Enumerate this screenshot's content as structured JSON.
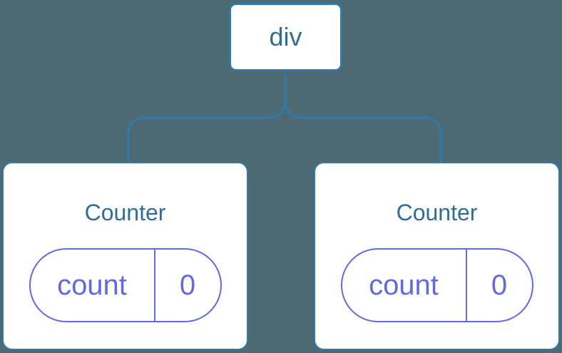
{
  "diagram": {
    "description": "React component tree diagram",
    "root": {
      "label": "div"
    },
    "children": [
      {
        "title": "Counter",
        "state": {
          "key": "count",
          "value": "0"
        }
      },
      {
        "title": "Counter",
        "state": {
          "key": "count",
          "value": "0"
        }
      }
    ]
  },
  "colors": {
    "background": "#4d6974",
    "node_fill": "#ffffff",
    "node_border": "#2e7bab",
    "node_text": "#316e93",
    "connector": "#2e7bab",
    "state_accent": "#646ade"
  }
}
